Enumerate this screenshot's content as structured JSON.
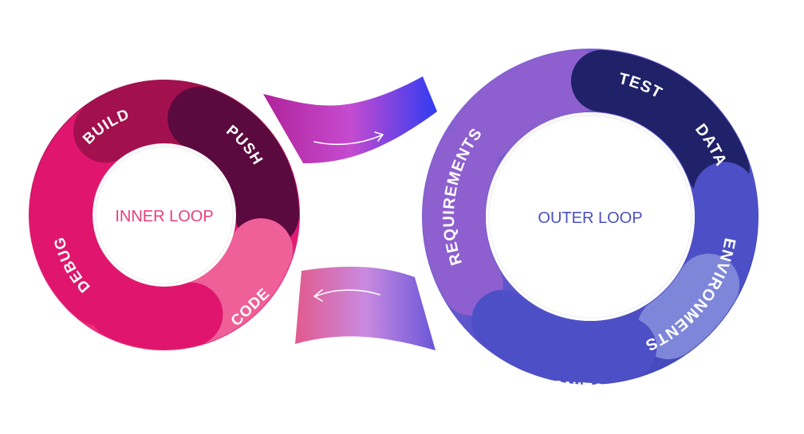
{
  "inner_loop": {
    "title": "INNER LOOP",
    "title_color": "#e8407a",
    "segments": [
      "BUILD",
      "PUSH",
      "CODE",
      "DEBUG"
    ]
  },
  "outer_loop": {
    "title": "OUTER LOOP",
    "title_color": "#4a4fc4",
    "segments": [
      "TEST",
      "DATA",
      "ENVIRONMENTS",
      "MONITORING",
      "REQUIREMENTS"
    ]
  },
  "colors": {
    "inner_dark": "#5a0a3e",
    "inner_mid": "#a3104e",
    "inner_bright": "#e0166e",
    "inner_light": "#ef5f98",
    "bridge_pink": "#c64bd0",
    "bridge_blue": "#3a3ff0",
    "outer_purple": "#8e5fce",
    "outer_blue": "#4d4fc6",
    "outer_dark": "#1f2268",
    "outer_light": "#7d86d8"
  },
  "icons": {
    "forward_arrow": "arrow-right-icon",
    "return_arrow": "arrow-left-icon"
  }
}
